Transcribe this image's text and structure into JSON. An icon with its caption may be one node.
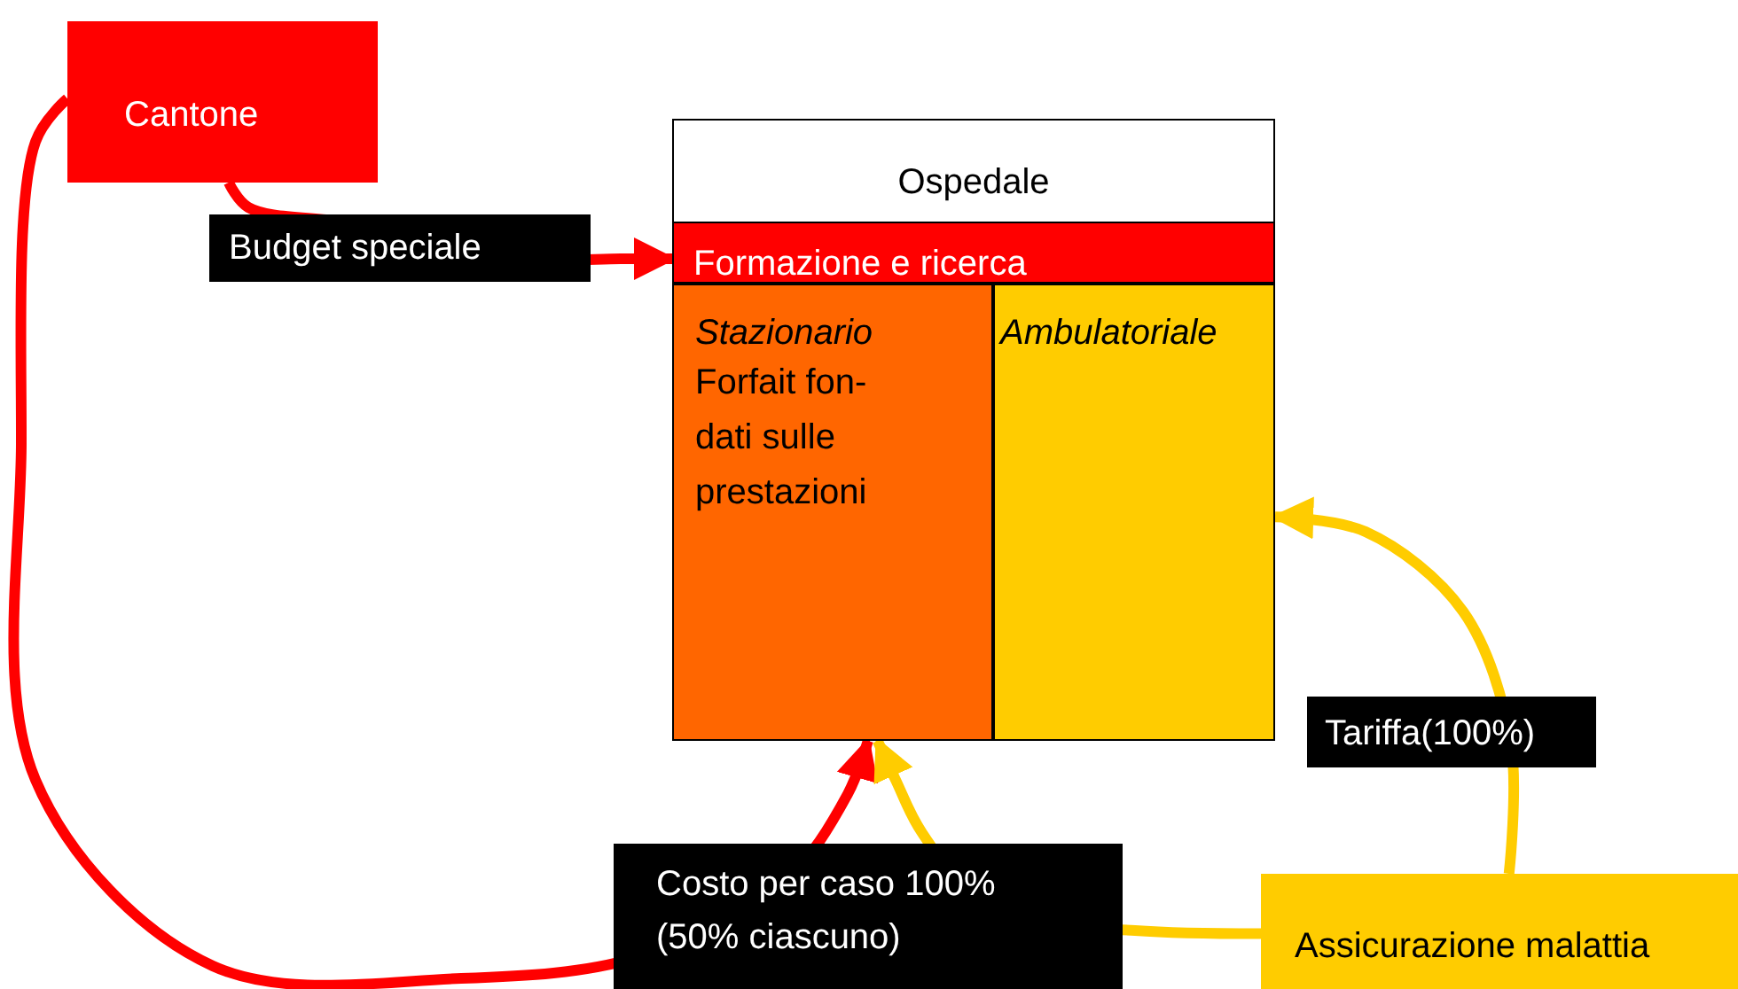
{
  "diagram": {
    "nodes": [
      {
        "text": [
          "Cantone"
        ]
      },
      {
        "text": [
          "Ospedale"
        ]
      },
      {
        "text": [
          "Formazione e ricerca"
        ],
        "in": 1
      },
      {
        "text": [
          "Stazionario",
          "Forfait fon- dati sulle prestazioni"
        ],
        "in": 1
      },
      {
        "text": [
          "Ambulatoriale"
        ],
        "in": 1
      },
      {
        "text": [
          "Assicurazione malattia"
        ]
      }
    ],
    "edges": [
      {
        "from": 0,
        "to": 2,
        "arrow": "to",
        "label": "Budget speciale",
        "color": "#ff0000"
      },
      {
        "from": 0,
        "to": 3,
        "arrow": "to",
        "label": "Costo per caso 100% (50% ciascuno)",
        "color": "#ff0000"
      },
      {
        "from": 5,
        "to": 3,
        "arrow": "to",
        "color": "#ffcc00"
      },
      {
        "from": 5,
        "to": 4,
        "arrow": "to",
        "label": "Tariffa(100%)",
        "color": "#ffcc00"
      }
    ]
  }
}
